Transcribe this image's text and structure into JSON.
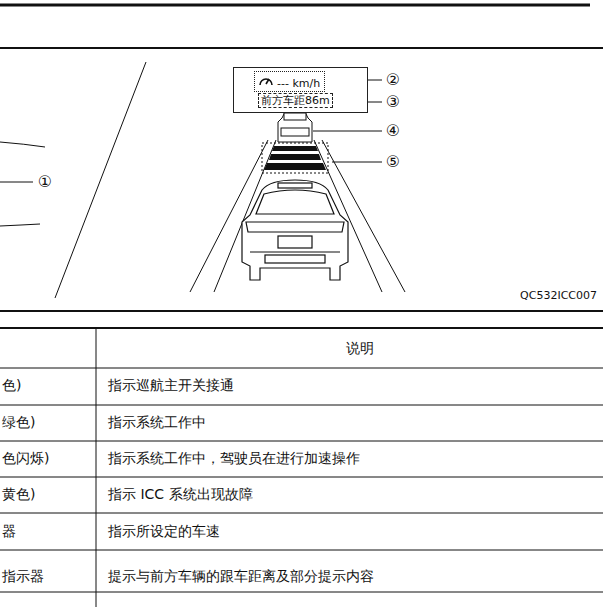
{
  "diagram": {
    "nodes": [
      {
        "text": [
          "--- km/h"
        ]
      },
      {
        "text": [
          "前方车距86m"
        ],
        "in": 0
      }
    ],
    "labels": [
      "①",
      "②",
      "③",
      "④",
      "⑤",
      "QC532ICC007",
      "说明",
      "色)",
      "指示巡航主开关接通",
      "绿色)",
      "指示系统工作中",
      "色闪烁)",
      "指示系统工作中，驾驶员在进行加速操作",
      "黄色)",
      "指示 ICC 系统出现故障",
      "器",
      "指示所设定的车速",
      "指示器",
      "提示与前方车辆的跟车距离及部分提示内容"
    ]
  }
}
